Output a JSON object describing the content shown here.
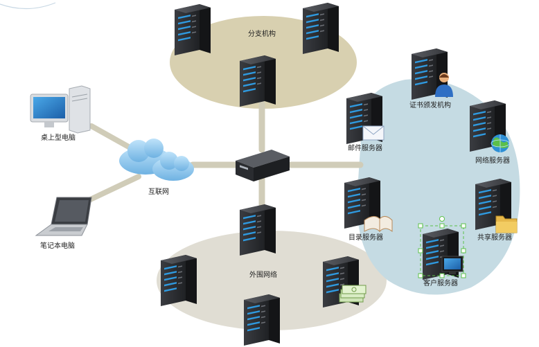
{
  "labels": {
    "branch": "分支机构",
    "cert_authority": "证书颁发机构",
    "mail_server": "邮件服务器",
    "web_server": "网络服务器",
    "directory_server": "目录服务器",
    "shared_server": "共享服务器",
    "client_server": "客户服务器",
    "desktop": "桌上型电脑",
    "internet": "互联网",
    "laptop": "笔记本电脑",
    "external_network": "外围网络"
  },
  "colors": {
    "branch_zone": "#d8d0b0",
    "internal_zone": "#c5dbe3",
    "external_zone": "#e0ddd3",
    "link": "#d0ccb8",
    "server_body": "#2b2d31",
    "server_light": "#2f9ae0",
    "cloud": "#8cc6ee",
    "selection": "#5cc04a"
  },
  "icons": [
    "server-icon",
    "router-icon",
    "cloud-icon",
    "desktop-computer-icon",
    "laptop-icon",
    "user-icon",
    "globe-icon",
    "mail-envelope-icon",
    "book-icon",
    "folder-icon",
    "monitor-icon",
    "money-icon"
  ]
}
